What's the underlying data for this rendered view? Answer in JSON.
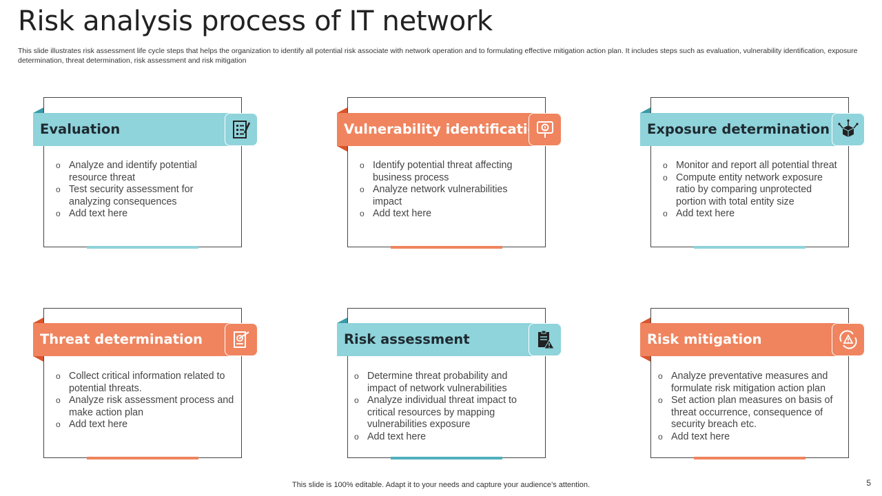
{
  "slide": {
    "title": "Risk analysis process of IT network",
    "subtitle": "This slide illustrates risk assessment life cycle steps that helps the organization to identify all potential risk associate with network operation and to formulating effective mitigation action plan. It includes steps such as evaluation, vulnerability identification, exposure determination, threat determination, risk assessment and risk mitigation",
    "footer": "This slide is 100% editable. Adapt it to your needs and capture your audience’s attention.",
    "page_number": "5"
  },
  "colors": {
    "teal": "#8fd3db",
    "teal_dark": "#3a9aa6",
    "orange": "#f0845e",
    "orange_dark": "#d9542b"
  },
  "cards": [
    {
      "title": "Evaluation",
      "icon": "checklist-icon",
      "bullets": [
        "Analyze and identify potential resource threat",
        "Test security assessment for analyzing consequences",
        "Add text here"
      ]
    },
    {
      "title": "Vulnerability identification",
      "icon": "alert-sign-icon",
      "bullets": [
        "Identify potential threat affecting business process",
        "Analyze  network vulnerabilities impact",
        "Add text here"
      ]
    },
    {
      "title": "Exposure determination",
      "icon": "cube-network-icon",
      "bullets": [
        "Monitor and report all potential threat",
        "Compute entity network exposure ratio by comparing unprotected portion with total entity size",
        "Add text here"
      ]
    },
    {
      "title": "Threat determination",
      "icon": "target-document-icon",
      "bullets": [
        "Collect critical information related to potential threats.",
        "Analyze  risk assessment process and make action plan",
        "Add text here"
      ]
    },
    {
      "title": "Risk assessment",
      "icon": "clipboard-warning-icon",
      "bullets": [
        "Determine threat probability  and impact of network vulnerabilities",
        "Analyze individual threat impact to critical resources by mapping vulnerabilities exposure",
        "Add text here"
      ]
    },
    {
      "title": "Risk mitigation",
      "icon": "warning-cycle-icon",
      "bullets": [
        "Analyze preventative measures and formulate risk mitigation action plan",
        "Set action plan measures on basis of threat occurrence, consequence of security breach etc.",
        "Add text here"
      ]
    }
  ]
}
